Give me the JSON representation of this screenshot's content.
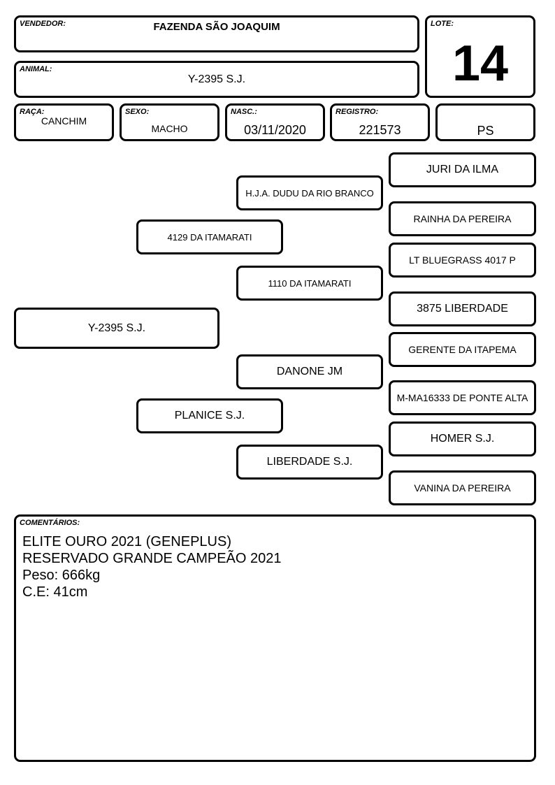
{
  "header": {
    "vendedor_label": "VENDEDOR:",
    "vendedor_value": "FAZENDA SÃO JOAQUIM",
    "lote_label": "LOTE:",
    "lote_value": "14",
    "animal_label": "ANIMAL:",
    "animal_value": "Y-2395 S.J.",
    "raca_label": "RAÇA:",
    "raca_value": "CANCHIM",
    "sexo_label": "SEXO:",
    "sexo_value": "MACHO",
    "nasc_label": "NASC.:",
    "nasc_value": "03/11/2020",
    "registro_label": "REGISTRO:",
    "registro_value": "221573",
    "categoria_value": "PS"
  },
  "pedigree": {
    "animal": "Y-2395 S.J.",
    "sire": "4129 DA ITAMARATI",
    "dam": "PLANICE S.J.",
    "sire_sire": "H.J.A. DUDU DA RIO BRANCO",
    "sire_dam": "1110 DA ITAMARATI",
    "dam_sire": "DANONE JM",
    "dam_dam": "LIBERDADE S.J.",
    "ggp": [
      "JURI DA ILMA",
      "RAINHA DA PEREIRA",
      "LT BLUEGRASS 4017 P",
      "3875 LIBERDADE",
      "GERENTE DA ITAPEMA",
      "M-MA16333 DE PONTE ALTA",
      "HOMER S.J.",
      "VANINA DA PEREIRA"
    ]
  },
  "comments": {
    "label": "COMENTÁRIOS:",
    "lines": [
      "ELITE OURO 2021 (GENEPLUS)",
      "RESERVADO GRANDE CAMPEÃO 2021",
      "Peso: 666kg",
      "C.E: 41cm"
    ]
  }
}
